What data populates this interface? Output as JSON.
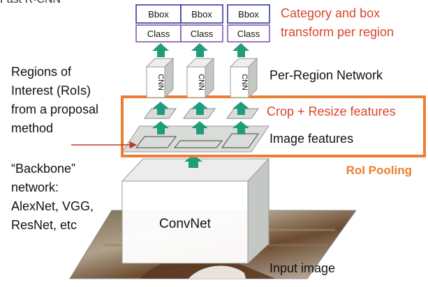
{
  "title_fragment": "Fast R-CNN",
  "boxes": {
    "bbox_label": "Bbox",
    "class_label": "Class",
    "cnn_label": "CNN"
  },
  "annotations": {
    "category_line1": "Category and box",
    "category_line2": "transform per region",
    "per_region_network": "Per-Region Network",
    "crop_resize": "Crop + Resize features",
    "image_features": "Image features",
    "roi_pooling": "RoI Pooling",
    "input_image": "Input image",
    "convnet": "ConvNet"
  },
  "left_text": {
    "regions": [
      "Regions of",
      "Interest (RoIs)",
      "from a proposal",
      "method"
    ],
    "backbone": [
      "“Backbone”",
      "network:",
      "AlexNet, VGG,",
      "ResNet, etc"
    ]
  },
  "colors": {
    "blue_box": "#2a2a9a",
    "purple_box": "#7a4fa0",
    "arrow_green": "#1f9c7a",
    "orange": "#ed7d31",
    "red_text": "#d9452f",
    "gray_face": "#d9dcd9",
    "arrow_pointer": "#c0392b"
  }
}
